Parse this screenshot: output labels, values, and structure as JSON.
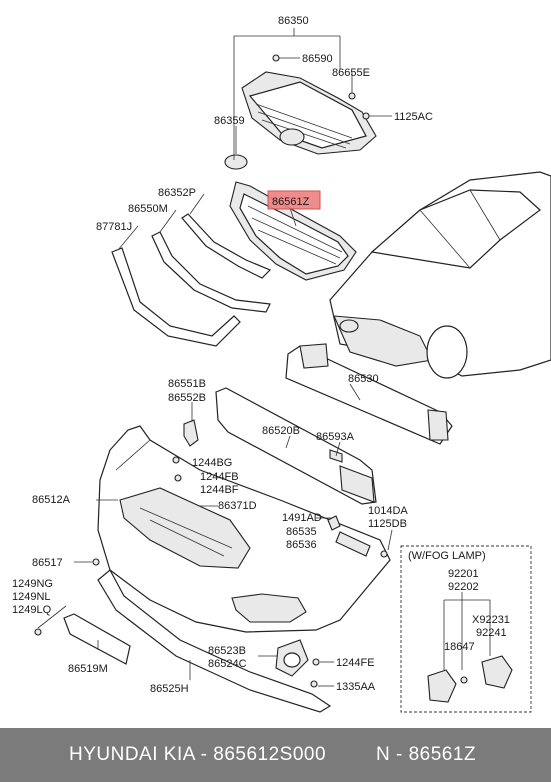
{
  "labels": {
    "l86350": "86350",
    "l86590": "86590",
    "l86655E": "86655E",
    "l86359": "86359",
    "l1125AC": "1125AC",
    "l86352P": "86352P",
    "l86561Z": "86561Z",
    "l86550M": "86550M",
    "l87781J": "87781J",
    "l86530": "86530",
    "l86551B": "86551B",
    "l86552B": "86552B",
    "l86520B": "86520B",
    "l86593A": "86593A",
    "l1244BG": "1244BG",
    "l1244FB": "1244FB",
    "l1244BF": "1244BF",
    "l86512A": "86512A",
    "l86371D": "86371D",
    "l1491AD": "1491AD",
    "l1014DA": "1014DA",
    "l1125DB": "1125DB",
    "l86535": "86535",
    "l86536": "86536",
    "l86517": "86517",
    "l1249NG": "1249NG",
    "l1249NL": "1249NL",
    "l1249LQ": "1249LQ",
    "l86519M": "86519M",
    "l86525H": "86525H",
    "l86523B": "86523B",
    "l86524C": "86524C",
    "l1244FE": "1244FE",
    "l1335AA": "1335AA",
    "fogTitle": "(W/FOG LAMP)",
    "l92201": "92201",
    "l92202": "92202",
    "l92231": "X92231",
    "l92241": "92241",
    "l18647": "18647"
  },
  "footer": {
    "left": "HYUNDAI  KIA - 865612S000",
    "right": "N - 86561Z"
  },
  "colors": {
    "highlight_fill": "#f08080",
    "highlight_stroke": "#d04040",
    "footer_bg": "#7b7b7b"
  }
}
